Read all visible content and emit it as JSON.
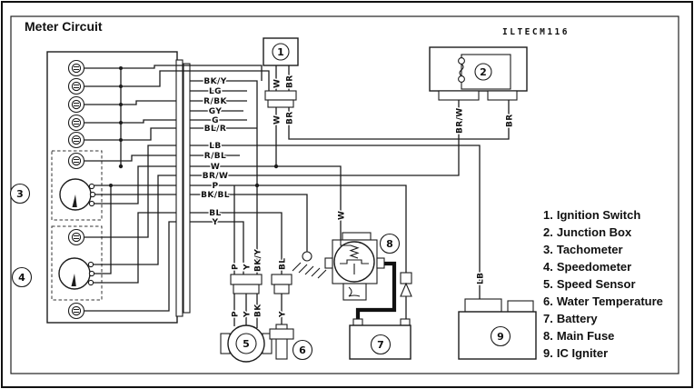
{
  "title": "Meter Circuit",
  "diagram_code": "ILTECM116",
  "legend": {
    "items": [
      {
        "num": "1.",
        "label": "Ignition Switch"
      },
      {
        "num": "2.",
        "label": "Junction Box"
      },
      {
        "num": "3.",
        "label": "Tachometer"
      },
      {
        "num": "4.",
        "label": "Speedometer"
      },
      {
        "num": "5.",
        "label": "Speed Sensor"
      },
      {
        "num": "6.",
        "label": "Water Temperature"
      },
      {
        "num": "7.",
        "label": "Battery"
      },
      {
        "num": "8.",
        "label": "Main Fuse"
      },
      {
        "num": "9.",
        "label": "IC Igniter"
      }
    ]
  },
  "badges": {
    "n1": "1",
    "n2": "2",
    "n3": "3",
    "n4": "4",
    "n5": "5",
    "n6": "6",
    "n7": "7",
    "n8": "8",
    "n9": "9"
  },
  "connector_pins": [
    "BK/Y",
    "LG",
    "R/BK",
    "GY",
    "G",
    "BL/R",
    "LB",
    "R/BL",
    "W",
    "BR/W",
    "P",
    "BK/BL",
    "BL",
    "Y"
  ],
  "wire_labels": {
    "ignition_above_1": "W",
    "ignition_above_2": "BR",
    "ignition_below_1": "W",
    "ignition_below_2": "BR",
    "junction_left": "BR/W",
    "junction_right": "BR",
    "fuse_feed": "W",
    "igniter_feed": "LB",
    "sensor_above_1": "P",
    "sensor_above_2": "Y",
    "sensor_above_3": "BK/Y",
    "sensor_below_1": "P",
    "sensor_below_2": "Y",
    "sensor_below_3": "BK",
    "watertemp_above": "BL",
    "watertemp_below": "Y"
  },
  "colors": {
    "ink": "#1c1c1c",
    "paper": "#ffffff"
  }
}
